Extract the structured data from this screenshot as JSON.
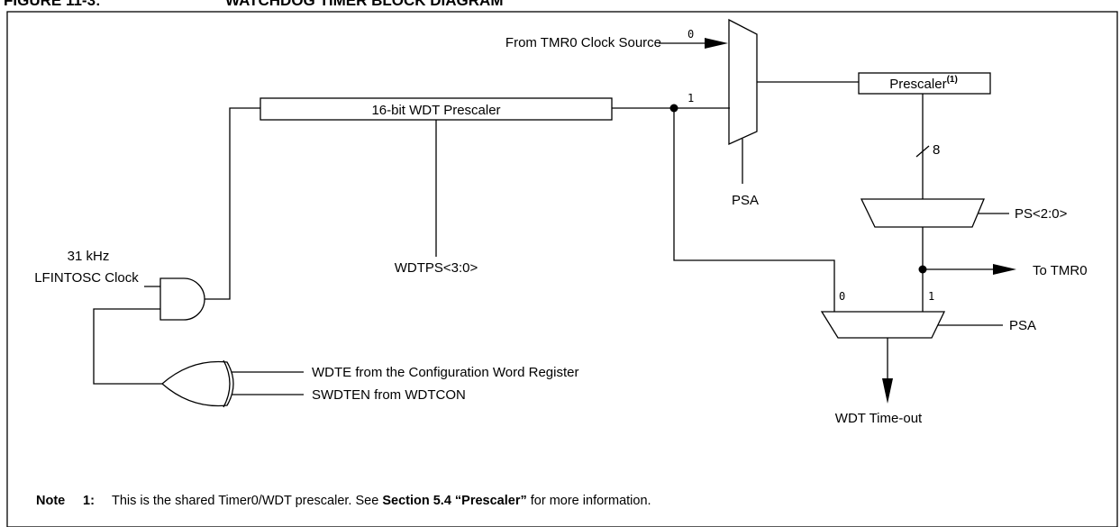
{
  "figure": {
    "caption_prefix": "FIGURE 11-3:",
    "caption_title": "WATCHDOG TIMER BLOCK DIAGRAM"
  },
  "labels": {
    "tmr0_clock_source": "From TMR0 Clock Source",
    "mux_top_in0": "0",
    "mux_top_in1": "1",
    "psa_top": "PSA",
    "wdt_prescaler": "16-bit WDT Prescaler",
    "prescaler": "Prescaler",
    "prescaler_sup": "(1)",
    "bus_width": "8",
    "ps_select": "PS<2:0>",
    "osc_freq": "31 kHz",
    "osc_name": "LFINTOSC Clock",
    "wdtps": "WDTPS<3:0>",
    "to_tmr0": "To TMR0",
    "mux_bottom_in0": "0",
    "mux_bottom_in1": "1",
    "psa_bottom": "PSA",
    "wdte": "WDTE from the Configuration Word Register",
    "swdten": "SWDTEN from WDTCON",
    "wdt_timeout": "WDT Time-out"
  },
  "note": {
    "label": "Note",
    "number": "1:",
    "text_before": "This is the shared Timer0/WDT prescaler. See ",
    "section": "Section 5.4 “Prescaler”",
    "text_after": " for more information."
  }
}
